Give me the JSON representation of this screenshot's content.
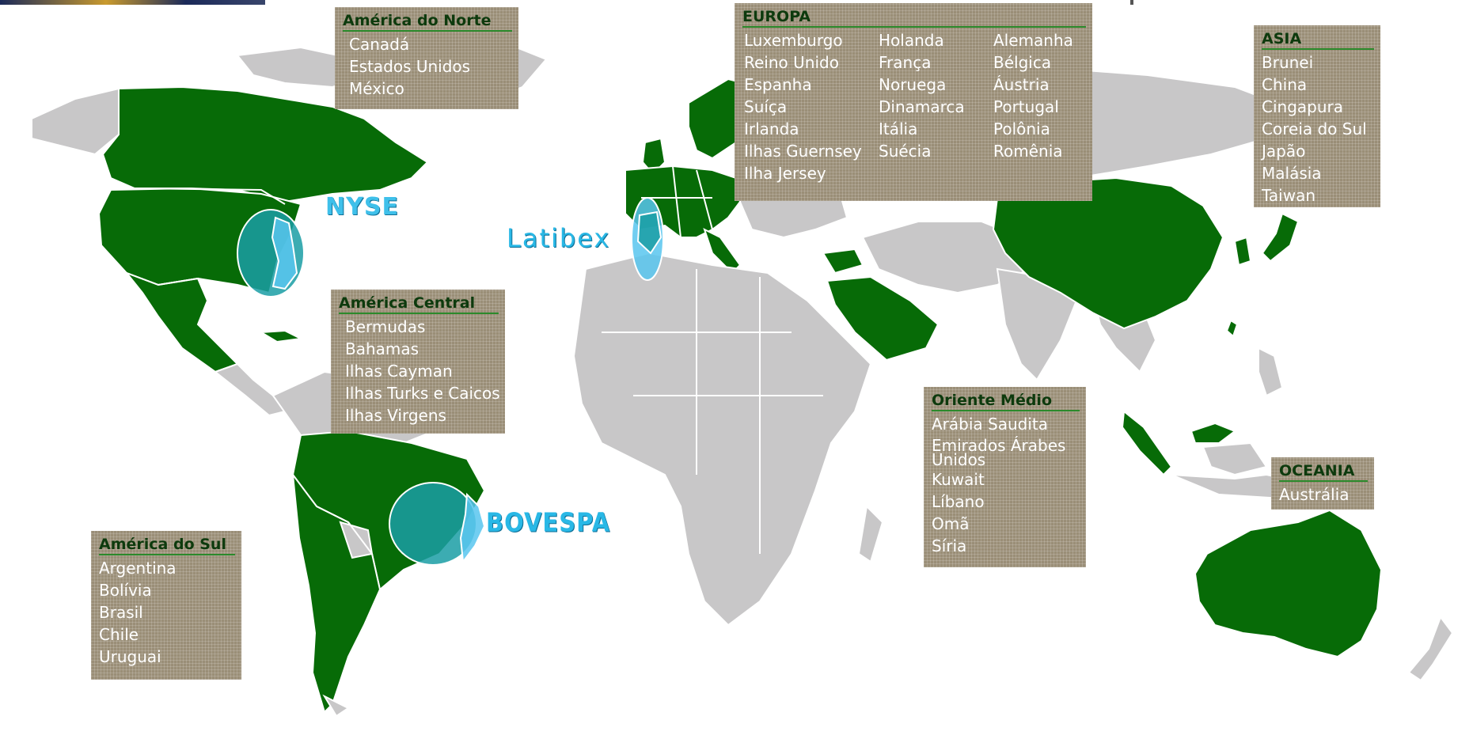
{
  "regions": {
    "north_america": {
      "title": "América do Norte",
      "countries": [
        "Canadá",
        "Estados Unidos",
        "México"
      ]
    },
    "central_america": {
      "title": "América Central",
      "countries": [
        "Bermudas",
        "Bahamas",
        "Ilhas Cayman",
        "Ilhas Turks e Caicos",
        "Ilhas Virgens"
      ]
    },
    "south_america": {
      "title": "América do Sul",
      "countries": [
        "Argentina",
        "Bolívia",
        "Brasil",
        "Chile",
        "Uruguai"
      ]
    },
    "europe": {
      "title": "EUROPA",
      "countries": [
        "Luxemburgo",
        "Holanda",
        "Alemanha",
        "Reino Unido",
        "França",
        "Bélgica",
        "Espanha",
        "Noruega",
        "Áustria",
        "Suíça",
        "Dinamarca",
        "Portugal",
        "Irlanda",
        "Itália",
        "Polônia",
        "Ilhas Guernsey",
        "Suécia",
        "Romênia",
        "Ilha Jersey"
      ]
    },
    "asia": {
      "title": "ASIA",
      "countries": [
        "Brunei",
        "China",
        "Cingapura",
        "Coreia do Sul",
        "Japão",
        "Malásia",
        "Taiwan"
      ]
    },
    "middle_east": {
      "title": "Oriente Médio",
      "countries": [
        "Arábia Saudita",
        "Emirados Árabes Unidos",
        "Kuwait",
        "Líbano",
        "Omã",
        "Síria"
      ]
    },
    "oceania": {
      "title": "OCEANIA",
      "countries": [
        "Austrália"
      ]
    }
  },
  "exchanges": {
    "nyse": "NYSE",
    "latibex": "Latibex",
    "bovespa": "BOVESPA"
  },
  "colors": {
    "highlight_land": "#076b07",
    "other_land": "#c8c7c8",
    "box_background": "#9a8e77",
    "exchange_marker": "#1a9ea5",
    "exchange_label": "#29b8e6"
  }
}
